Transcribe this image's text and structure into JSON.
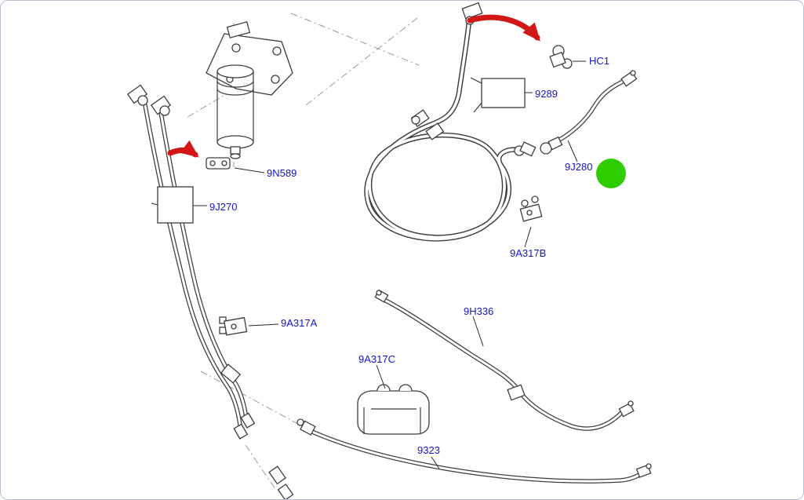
{
  "page": {
    "background": "#ffffff",
    "border_color": "#b6c2d2"
  },
  "diagram": {
    "labels": [
      {
        "part": "HC1",
        "text": "HC1"
      },
      {
        "part": "9289",
        "text": "9289"
      },
      {
        "part": "9J280",
        "text": "9J280"
      },
      {
        "part": "9N589",
        "text": "9N589"
      },
      {
        "part": "9J270",
        "text": "9J270"
      },
      {
        "part": "9A317B",
        "text": "9A317B"
      },
      {
        "part": "9A317A",
        "text": "9A317A"
      },
      {
        "part": "9A317C",
        "text": "9A317C"
      },
      {
        "part": "9H336",
        "text": "9H336"
      },
      {
        "part": "9323",
        "text": "9323"
      }
    ],
    "highlight": {
      "shape": "circle",
      "color": "#2ecc00",
      "near_part": "9J280"
    },
    "arrows": [
      {
        "color": "#d31616",
        "points_to": "HC1"
      },
      {
        "color": "#d31616",
        "points_to": "9N589"
      }
    ],
    "colors": {
      "label_text": "#1414c8",
      "line_art": "#3d3d3d",
      "dash_lines": "#9a9a9a"
    }
  }
}
